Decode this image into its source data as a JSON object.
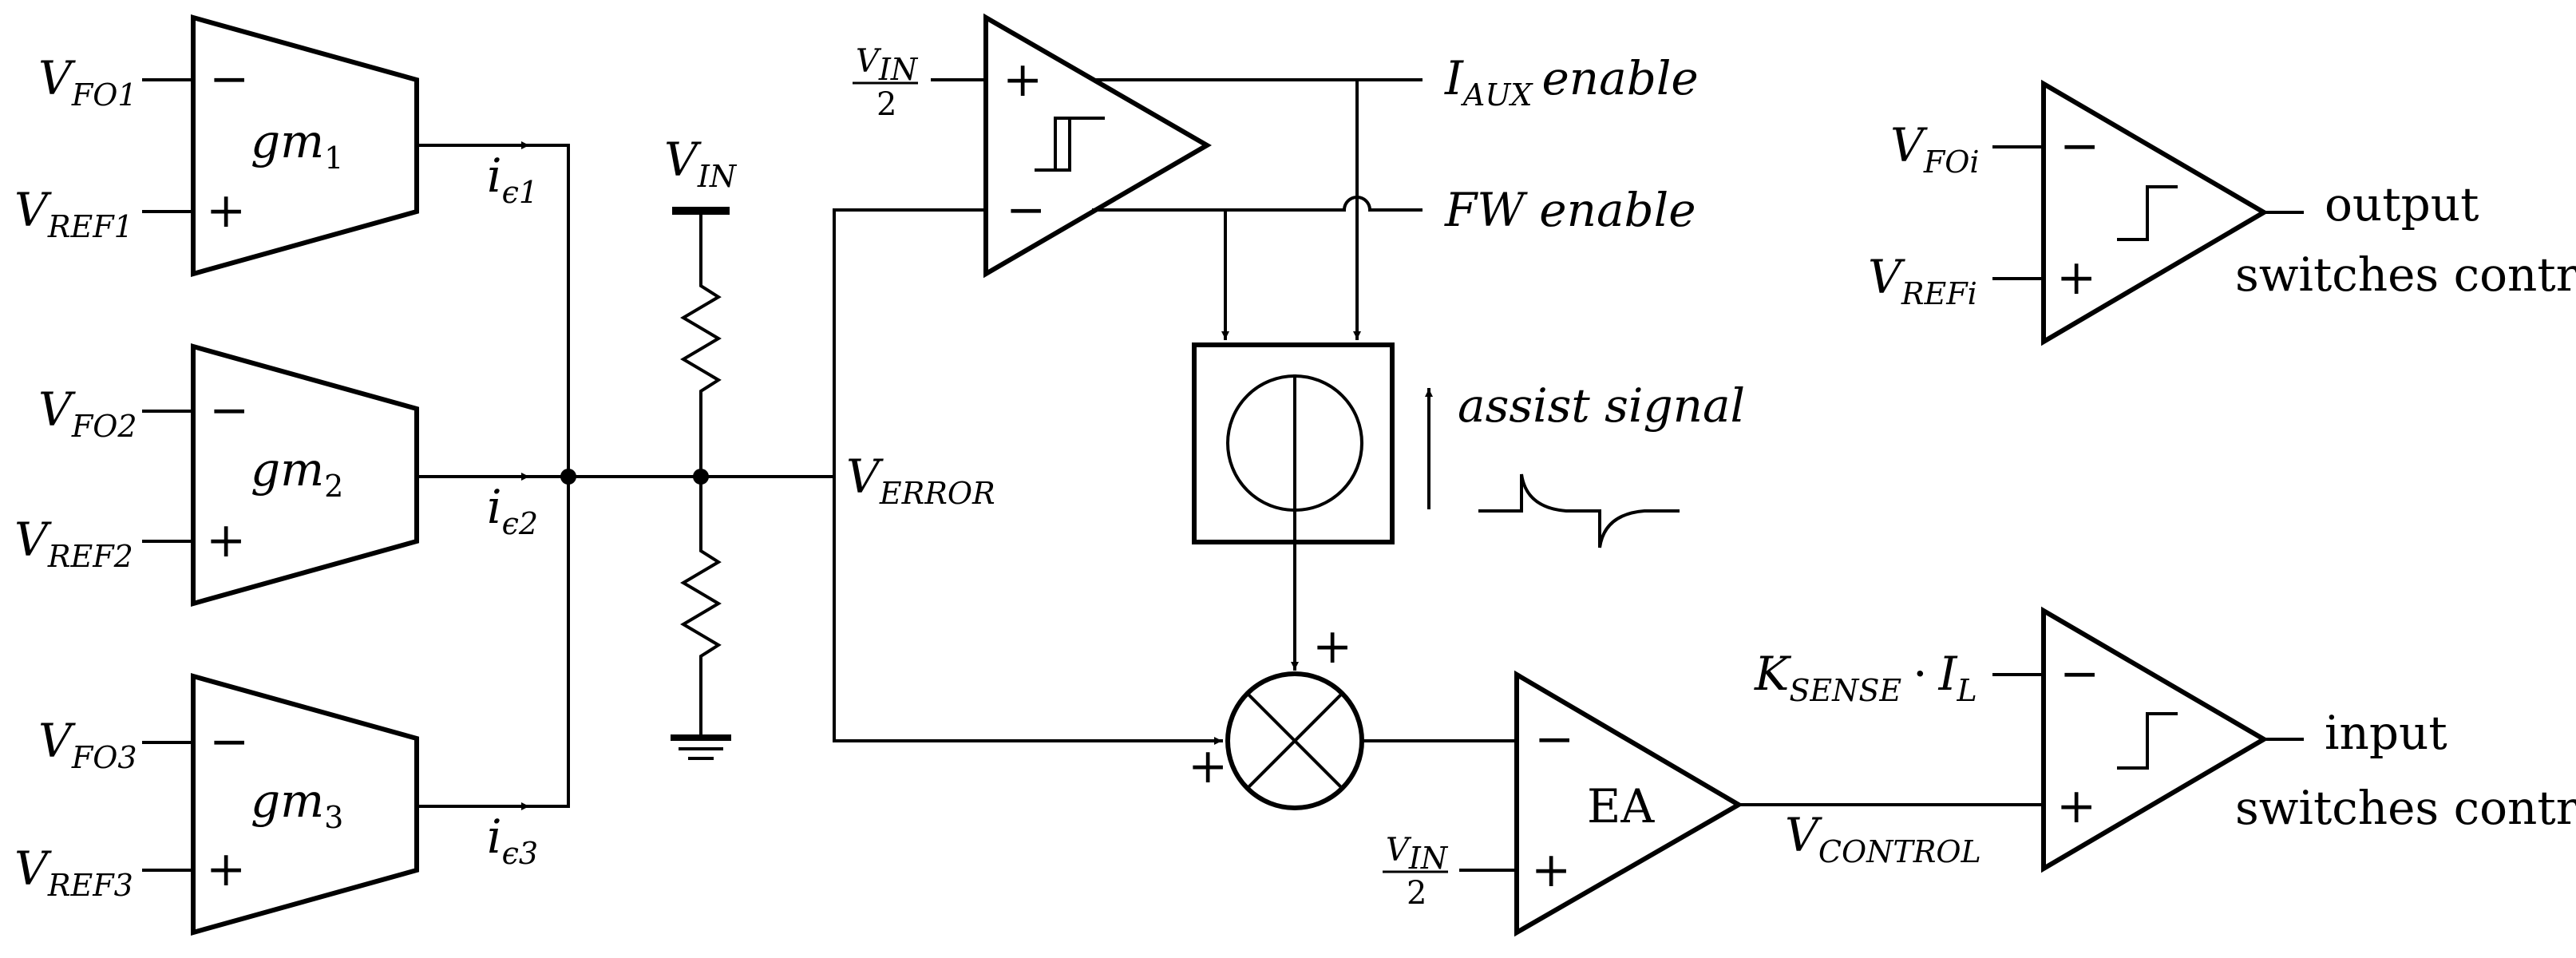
{
  "transconductors": [
    {
      "gm_base": "gm",
      "gm_sub": "1",
      "neg_input_main": "V",
      "neg_input_sub": "FO1",
      "pos_input_main": "V",
      "pos_input_sub": "REF1",
      "current_main": "i",
      "current_sub": "ϵ1"
    },
    {
      "gm_base": "gm",
      "gm_sub": "2",
      "neg_input_main": "V",
      "neg_input_sub": "FO2",
      "pos_input_main": "V",
      "pos_input_sub": "REF2",
      "current_main": "i",
      "current_sub": "ϵ2"
    },
    {
      "gm_base": "gm",
      "gm_sub": "3",
      "neg_input_main": "V",
      "neg_input_sub": "FO3",
      "pos_input_main": "V",
      "pos_input_sub": "REF3",
      "current_main": "i",
      "current_sub": "ϵ3"
    }
  ],
  "supply": {
    "main": "V",
    "sub": "IN"
  },
  "error_node": {
    "main": "V",
    "sub": "ERROR"
  },
  "fraction": {
    "numerator_main": "V",
    "numerator_sub": "IN",
    "denominator": "2"
  },
  "window_comparator": {
    "output_aux": {
      "main": "I",
      "sub": "AUX",
      "suffix": "enable"
    },
    "output_fw": "FW enable"
  },
  "assist": {
    "label": "assist signal"
  },
  "error_amp": {
    "label": "EA"
  },
  "control": {
    "main": "V",
    "sub": "CONTROL"
  },
  "output_comparator": {
    "neg_main": "V",
    "neg_sub": "FOi",
    "pos_main": "V",
    "pos_sub": "REFi",
    "label_line1": "output",
    "label_line2": "switches control"
  },
  "input_comparator": {
    "sense_main": "K",
    "sense_sub": "SENSE",
    "sense_op": "·",
    "sense_current_main": "I",
    "sense_current_sub": "L",
    "label_line1": "input",
    "label_line2": "switches control"
  },
  "signs": {
    "minus": "−",
    "plus": "+"
  }
}
